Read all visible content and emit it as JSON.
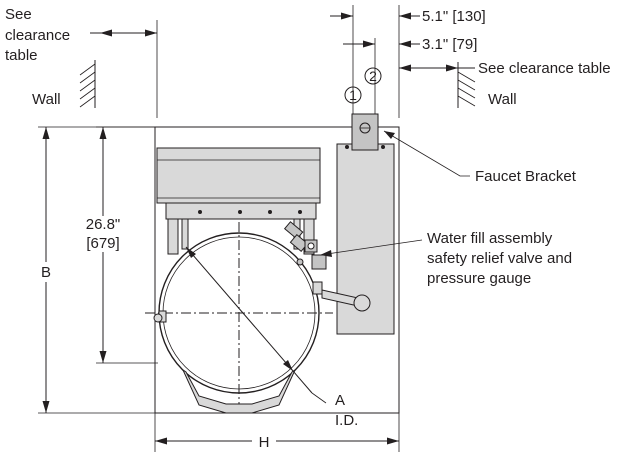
{
  "labels": {
    "see_clearance_left": [
      "See",
      "clearance",
      "table"
    ],
    "wall_left": "Wall",
    "wall_right": "Wall",
    "see_clearance_right": "See clearance table",
    "dim_top_1": "5.1\" [130]",
    "dim_top_2": "3.1\" [79]",
    "callout_1": "1",
    "callout_2": "2",
    "faucet_bracket": "Faucet Bracket",
    "water_fill": [
      "Water fill assembly",
      "safety relief valve and",
      "pressure gauge"
    ],
    "dim_height_in": "26.8\"",
    "dim_height_mm": "[679]",
    "dim_b": "B",
    "dim_a": [
      "A",
      "I.D."
    ],
    "dim_h": "H"
  },
  "colors": {
    "ink": "#231f20",
    "metal_light": "#d9d9d9",
    "metal_dark": "#c4c4c4",
    "background": "#ffffff"
  }
}
